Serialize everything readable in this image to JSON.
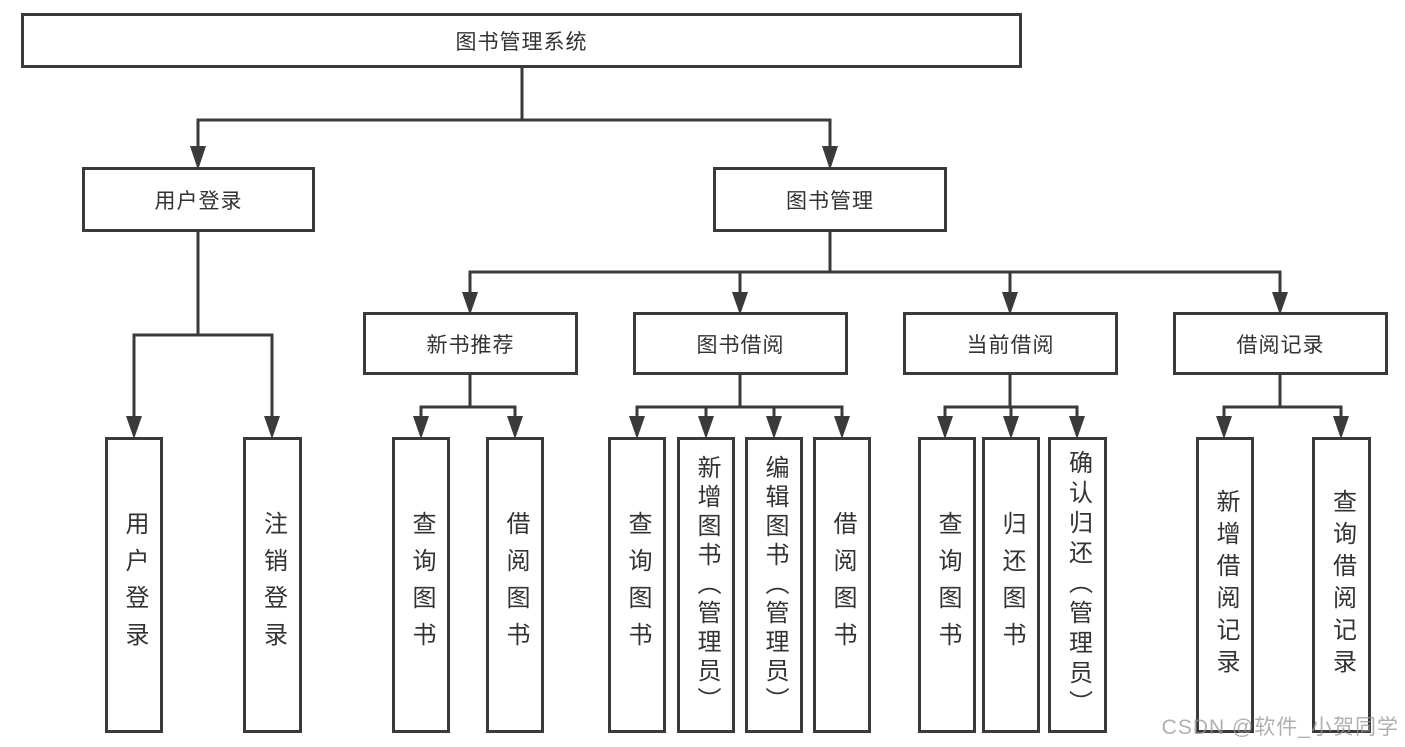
{
  "tree": {
    "root": "图书管理系统",
    "branches": [
      {
        "label": "用户登录",
        "children": [
          "用户登录",
          "注销登录"
        ]
      },
      {
        "label": "图书管理",
        "groups": [
          {
            "label": "新书推荐",
            "children": [
              "查询图书",
              "借阅图书"
            ]
          },
          {
            "label": "图书借阅",
            "children": [
              "查询图书",
              "新增图书（管理员）",
              "编辑图书（管理员）",
              "借阅图书"
            ]
          },
          {
            "label": "当前借阅",
            "children": [
              "查询图书",
              "归还图书",
              "确认归还（管理员）"
            ]
          },
          {
            "label": "借阅记录",
            "children": [
              "新增借阅记录",
              "查询借阅记录"
            ]
          }
        ]
      }
    ]
  },
  "colors": {
    "line": "#3a3a3a",
    "text": "#333333",
    "background": "#ffffff",
    "watermark_gray": "#969696"
  },
  "watermark": "CSDN @软件_小贺同学"
}
